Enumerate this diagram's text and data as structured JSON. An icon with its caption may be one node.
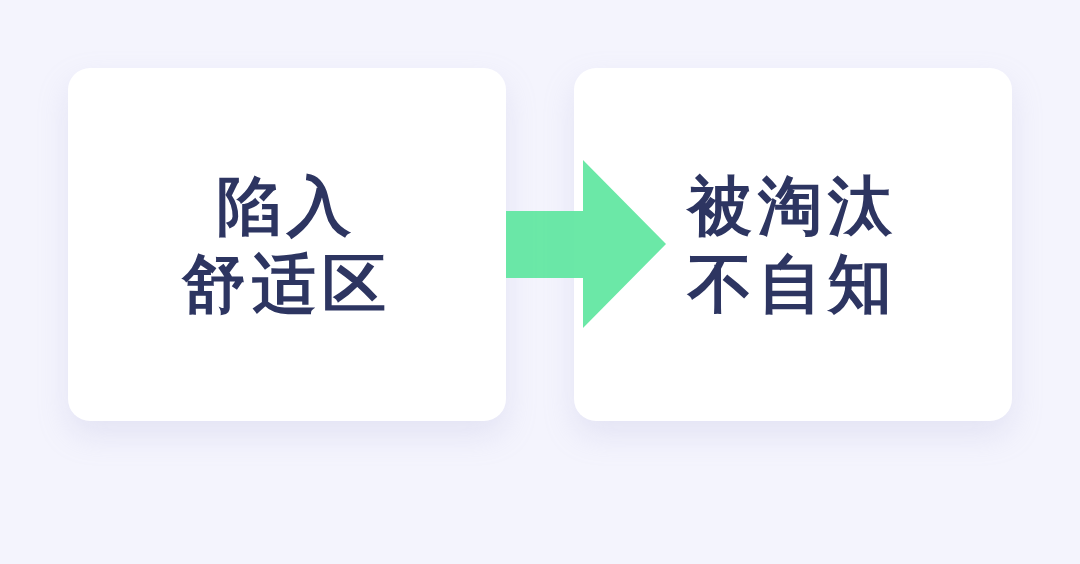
{
  "diagram": {
    "nodes": [
      {
        "text": [
          "陷入舒适区"
        ]
      },
      {
        "text": [
          "被淘汰不自知"
        ]
      }
    ],
    "edges": [
      {
        "from": 0,
        "to": 1,
        "arrow": "to",
        "color": "#5ee6a0"
      }
    ]
  }
}
